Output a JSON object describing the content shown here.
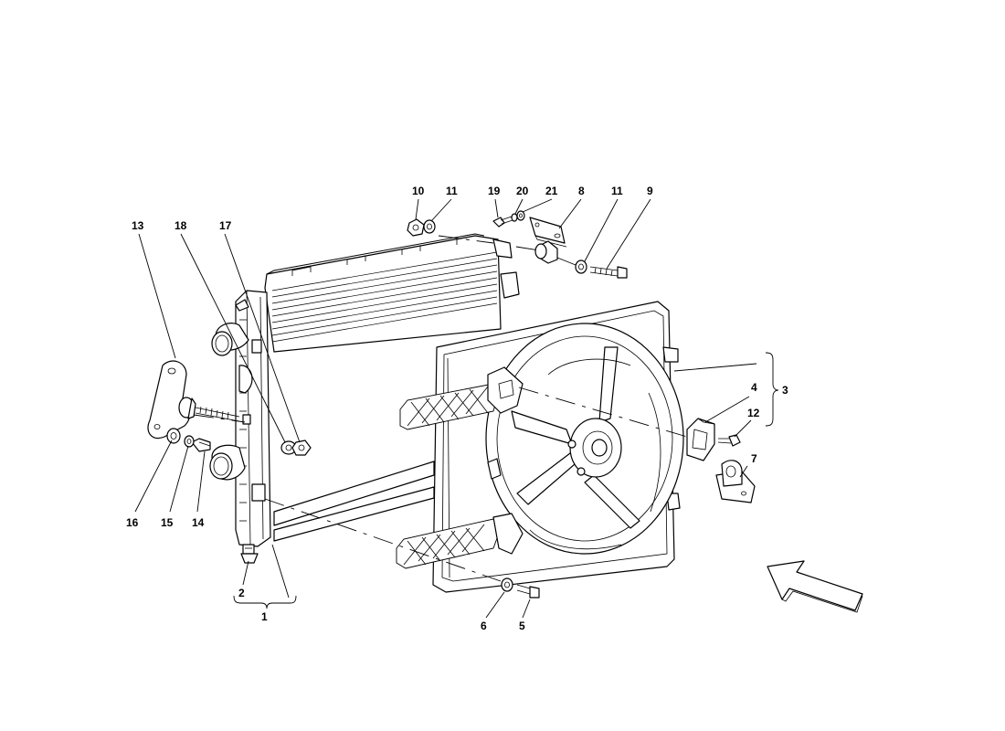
{
  "diagram": {
    "callouts": {
      "c1": "1",
      "c2": "2",
      "c3": "3",
      "c4": "4",
      "c5": "5",
      "c6": "6",
      "c7": "7",
      "c8": "8",
      "c9": "9",
      "c10": "10",
      "c11a": "11",
      "c11b": "11",
      "c12": "12",
      "c13": "13",
      "c14": "14",
      "c15": "15",
      "c16": "16",
      "c17": "17",
      "c18": "18",
      "c19": "19",
      "c20": "20",
      "c21": "21"
    },
    "direction_arrow_icon": "front-direction-arrow-icon",
    "line_color": "#000000",
    "background_color": "#ffffff"
  }
}
